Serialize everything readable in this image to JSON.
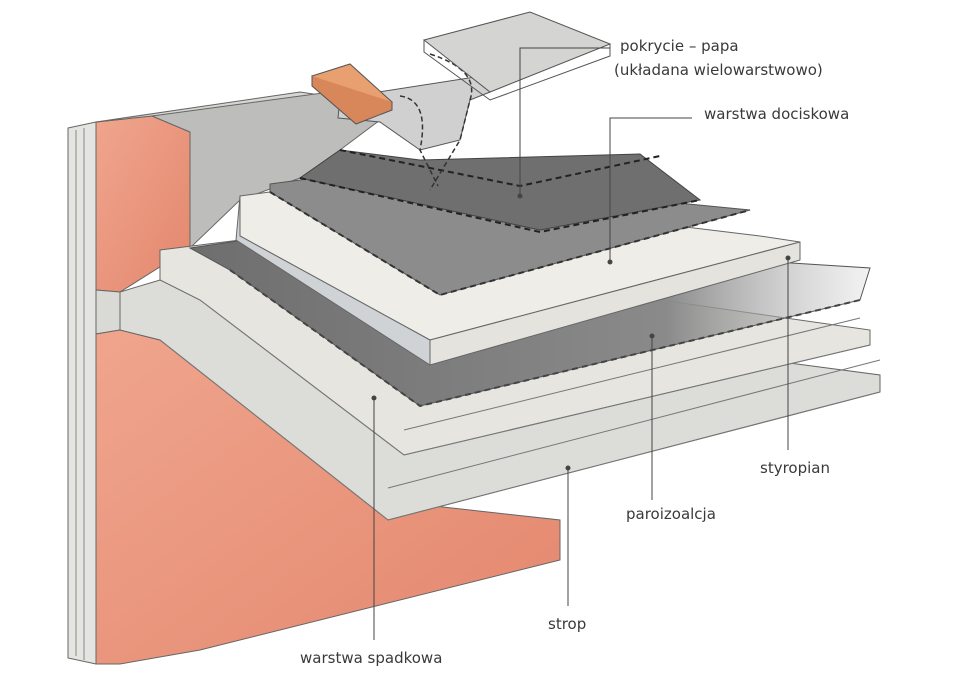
{
  "labels": {
    "pokrycie_line1": "pokrycie – papa",
    "pokrycie_line2": "(układana wielowarstwowo)",
    "warstwa_dociskowa": "warstwa dociskowa",
    "styropian": "styropian",
    "paroizolacja": "paroizoalcja",
    "strop": "strop",
    "warstwa_spadkowa": "warstwa spadkowa"
  },
  "colors": {
    "brick": "#e9967f",
    "concrete": "#d9d9d6",
    "insulation": "#ecebe6",
    "dark_layer": "#7a7a7a",
    "membrane": "#555555",
    "leader_line": "#444444"
  }
}
